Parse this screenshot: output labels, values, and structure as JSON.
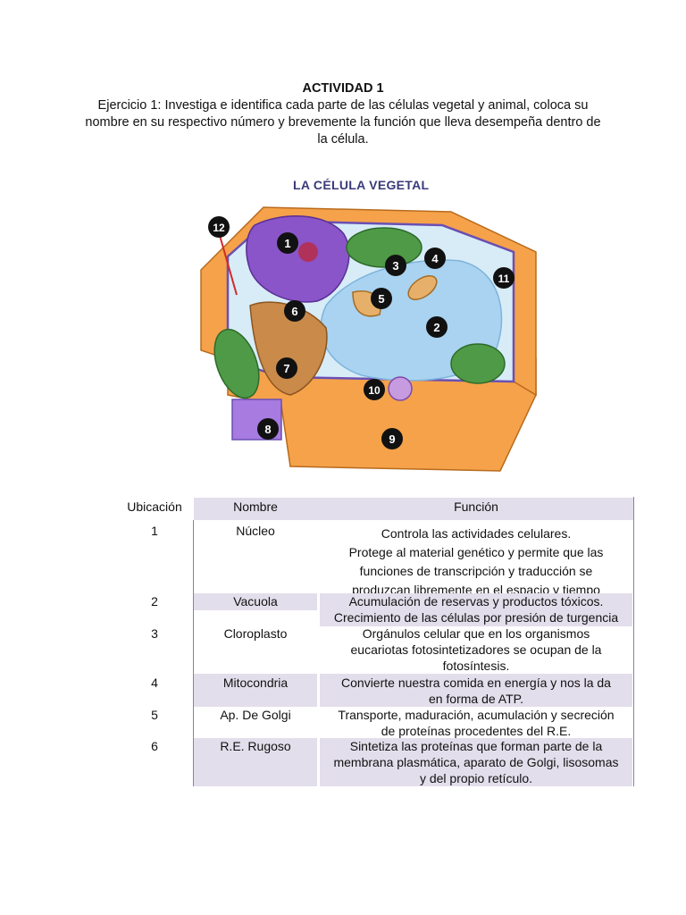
{
  "document": {
    "title": "ACTIVIDAD 1",
    "intro": "Ejercicio 1: Investiga e identifica cada parte de las células vegetal y animal, coloca su nombre en su respectivo número y brevemente la función que lleva desempeña dentro de la célula."
  },
  "figure": {
    "title": "LA CÉLULA VEGETAL",
    "markers": [
      "1",
      "2",
      "3",
      "4",
      "5",
      "6",
      "7",
      "8",
      "9",
      "10",
      "11",
      "12"
    ],
    "colors": {
      "cell_wall": "#f5a24a",
      "cytoplasm": "#d7ecf7",
      "vacuole": "#a9d3f0",
      "nucleus": "#8a55c9",
      "chloroplast": "#4f9a46",
      "membrane": "#6a4fb3",
      "golgi": "#c98a4a"
    }
  },
  "table": {
    "headers": [
      "Ubicación",
      "Nombre",
      "Función"
    ],
    "rows": [
      {
        "ubicacion": "1",
        "nombre": "Núcleo",
        "funcion": [
          "Controla las actividades celulares.",
          "Protege al material genético y permite que las",
          "funciones de transcripción y traducción se",
          "produzcan libremente en el espacio y tiempo"
        ]
      },
      {
        "ubicacion": "2",
        "nombre": "Vacuola",
        "funcion": [
          "Acumulación de reservas y productos tóxicos.",
          "Crecimiento de las células por presión de turgencia"
        ]
      },
      {
        "ubicacion": "3",
        "nombre": "Cloroplasto",
        "funcion": [
          "Orgánulos celular que en los organismos",
          "eucariotas fotosintetizadores se ocupan de la",
          "fotosíntesis."
        ]
      },
      {
        "ubicacion": "4",
        "nombre": "Mitocondria",
        "funcion": [
          "Convierte nuestra comida en energía y nos la da",
          "en forma de ATP."
        ]
      },
      {
        "ubicacion": "5",
        "nombre": "Ap. De Golgi",
        "funcion": [
          "Transporte, maduración, acumulación y secreción",
          "de proteínas procedentes del R.E."
        ]
      },
      {
        "ubicacion": "6",
        "nombre": "R.E. Rugoso",
        "funcion": [
          "Sintetiza las proteínas que forman parte de la",
          "membrana plasmática, aparato de Golgi, lisosomas",
          "y del propio retículo."
        ]
      }
    ]
  }
}
